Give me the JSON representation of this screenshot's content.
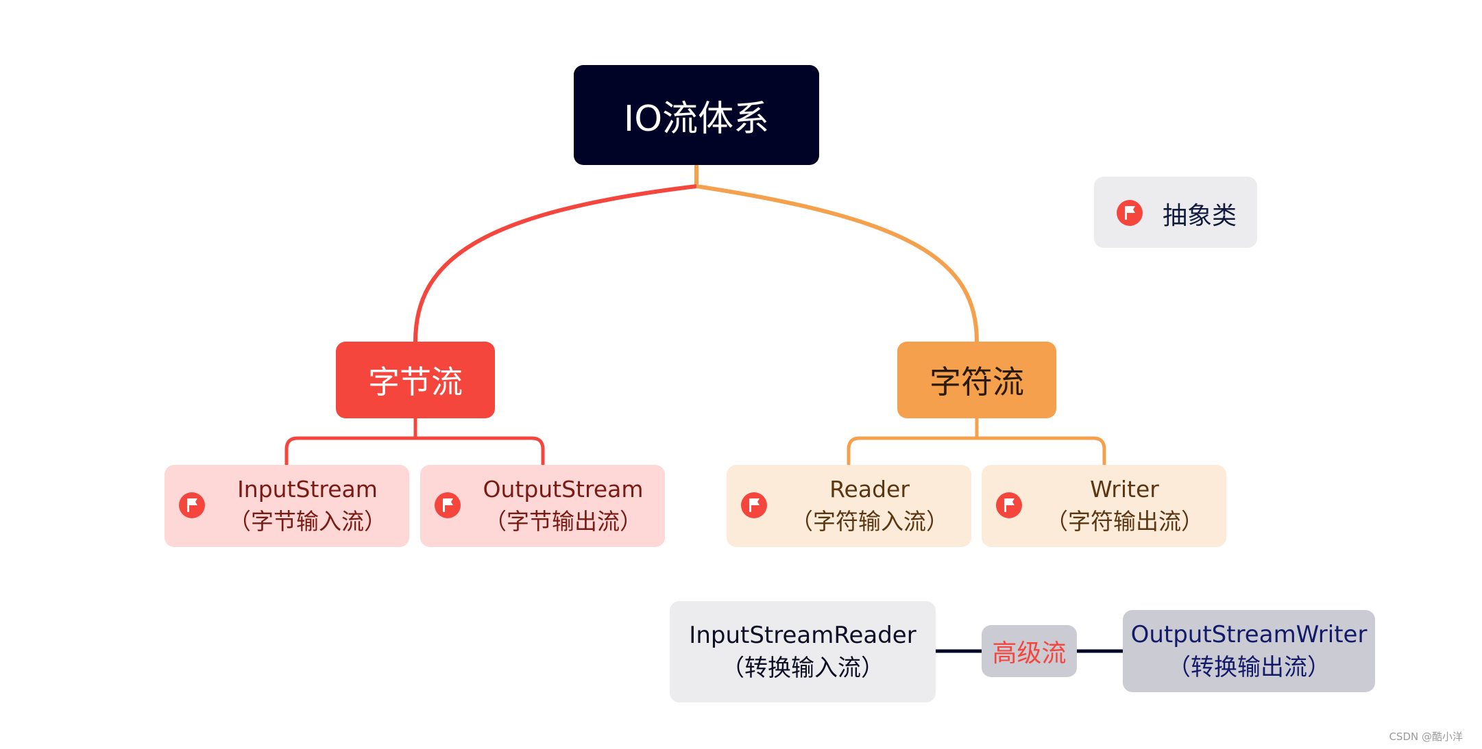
{
  "root": {
    "label": "IO流体系"
  },
  "branches": {
    "byte": {
      "label": "字节流"
    },
    "char": {
      "label": "字符流"
    }
  },
  "leaves": {
    "inputstream": {
      "name": "InputStream",
      "desc": "（字节输入流）"
    },
    "outputstream": {
      "name": "OutputStream",
      "desc": "（字节输出流）"
    },
    "reader": {
      "name": "Reader",
      "desc": "（字符输入流）"
    },
    "writer": {
      "name": "Writer",
      "desc": "（字符输出流）"
    }
  },
  "legend": {
    "label": "抽象类",
    "icon": "flag-icon"
  },
  "conversion": {
    "input": {
      "name": "InputStreamReader",
      "desc": "（转换输入流）"
    },
    "output": {
      "name": "OutputStreamWriter",
      "desc": "（转换输出流）"
    },
    "relation_label": "高级流"
  },
  "watermark": "CSDN @酷小洋",
  "colors": {
    "root": "#000325",
    "byte_branch": "#f5463d",
    "char_branch": "#f5a04d",
    "byte_leaf": "#fdd8d6",
    "char_leaf": "#fdebda",
    "flag": "#f5463d",
    "conversion_line": "#000325"
  }
}
